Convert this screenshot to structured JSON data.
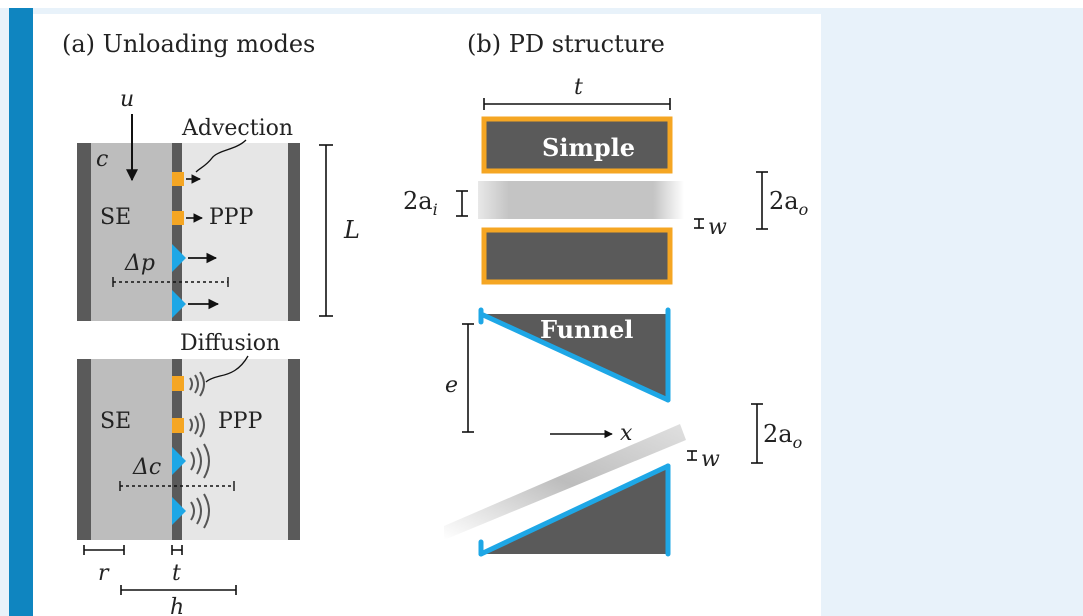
{
  "colors": {
    "accent_bar": "#0f85c0",
    "background": "#e8f2fa",
    "wall_dark": "#5a5a5a",
    "se_region": "#bdbdbd",
    "ppp_region": "#e6e6e6",
    "pd_simple_edge": "#f5a623",
    "pd_funnel_edge": "#1ea7e6",
    "channel_gray": "#c4c4c4"
  },
  "panel_a": {
    "title": "(a) Unloading modes",
    "top": {
      "velocity": "u",
      "concentration": "c",
      "advection_label": "Advection",
      "se": "SE",
      "ppp": "PPP",
      "delta": "Δp",
      "length": "L"
    },
    "bottom": {
      "diffusion_label": "Diffusion",
      "se": "SE",
      "ppp": "PPP",
      "delta": "Δc"
    },
    "dims": {
      "r": "r",
      "t": "t",
      "h": "h"
    }
  },
  "panel_b": {
    "title": "(b) PD structure",
    "simple": {
      "label": "Simple",
      "t": "t",
      "ai": "2a",
      "ai_sub": "i",
      "ao": "2a",
      "ao_sub": "o",
      "w": "w"
    },
    "funnel": {
      "label": "Funnel",
      "e": "e",
      "x": "x",
      "ao": "2a",
      "ao_sub": "o",
      "w": "w"
    }
  }
}
